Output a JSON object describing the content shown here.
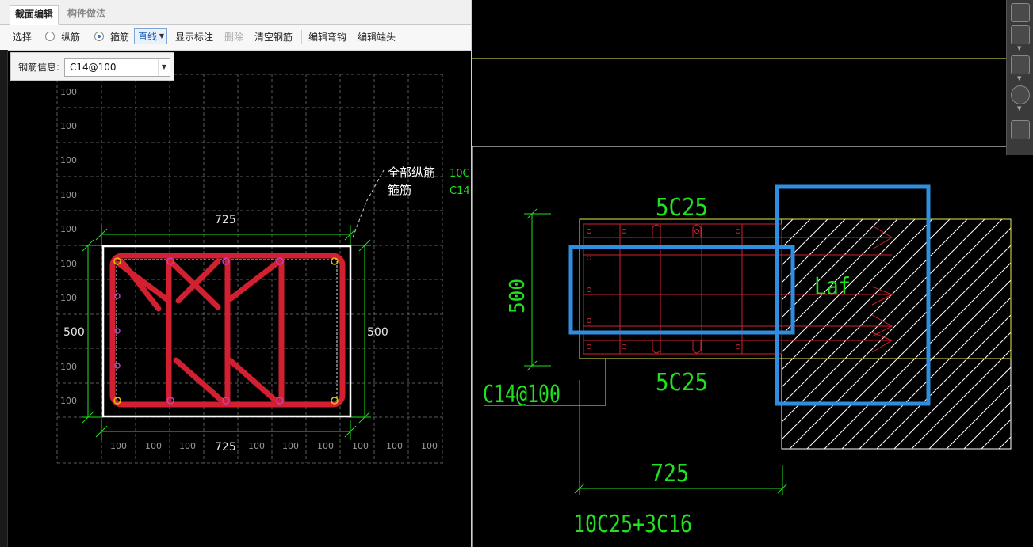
{
  "tabs": [
    {
      "label": "截面编辑",
      "active": true
    },
    {
      "label": "构件做法",
      "active": false
    }
  ],
  "toolbar": {
    "select_label": "选择",
    "longitudinal_label": "纵筋",
    "stirrup_label": "箍筋",
    "line_mode_label": "直线",
    "show_annotation_label": "显示标注",
    "delete_label": "删除",
    "clear_rebar_label": "清空钢筋",
    "edit_hook_label": "编辑弯钩",
    "edit_end_label": "编辑端头"
  },
  "rebar_info": {
    "label": "钢筋信息:",
    "value": "C14@100"
  },
  "section": {
    "grid_label": "100",
    "width_label": "725",
    "height_label": "500",
    "leader_all_longitudinal": "全部纵筋",
    "leader_all_longitudinal_value": "10C",
    "leader_stirrup": "箍筋",
    "leader_stirrup_value": "C14"
  },
  "cad": {
    "top_rebar": "5C25",
    "bottom_rebar": "5C25",
    "height": "500",
    "stirrup": "C14@100",
    "width": "725",
    "anchorage": "Laf",
    "total_rebar": "10C25+3C16"
  },
  "colors": {
    "rebar_red": "#d22030",
    "dimension_green": "#20e020",
    "highlight_blue": "#2f8ee0",
    "outline_yellow": "#e8e84a"
  }
}
